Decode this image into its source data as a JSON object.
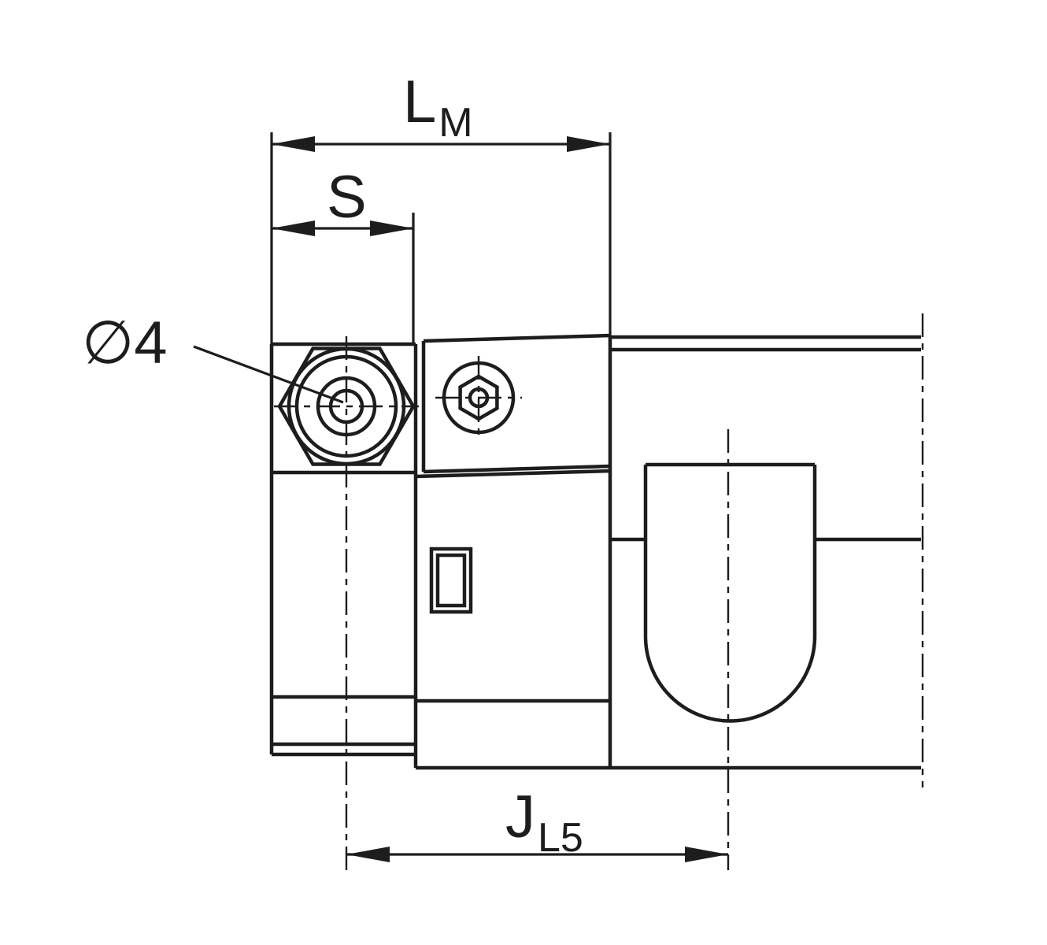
{
  "meta": {
    "drawing_type": "dimensioned technical drawing, side view of hollow-screw fitting with hex nut, socket screw and clamp body",
    "line_color": "#1d1d1b",
    "background_color": "#ffffff"
  },
  "dimensions": {
    "lm": {
      "symbol": "L",
      "subscript": "M"
    },
    "s": {
      "symbol": "S",
      "subscript": ""
    },
    "dia": {
      "text": "∅4"
    },
    "jl5": {
      "symbol": "J",
      "subscript": "L5"
    }
  }
}
